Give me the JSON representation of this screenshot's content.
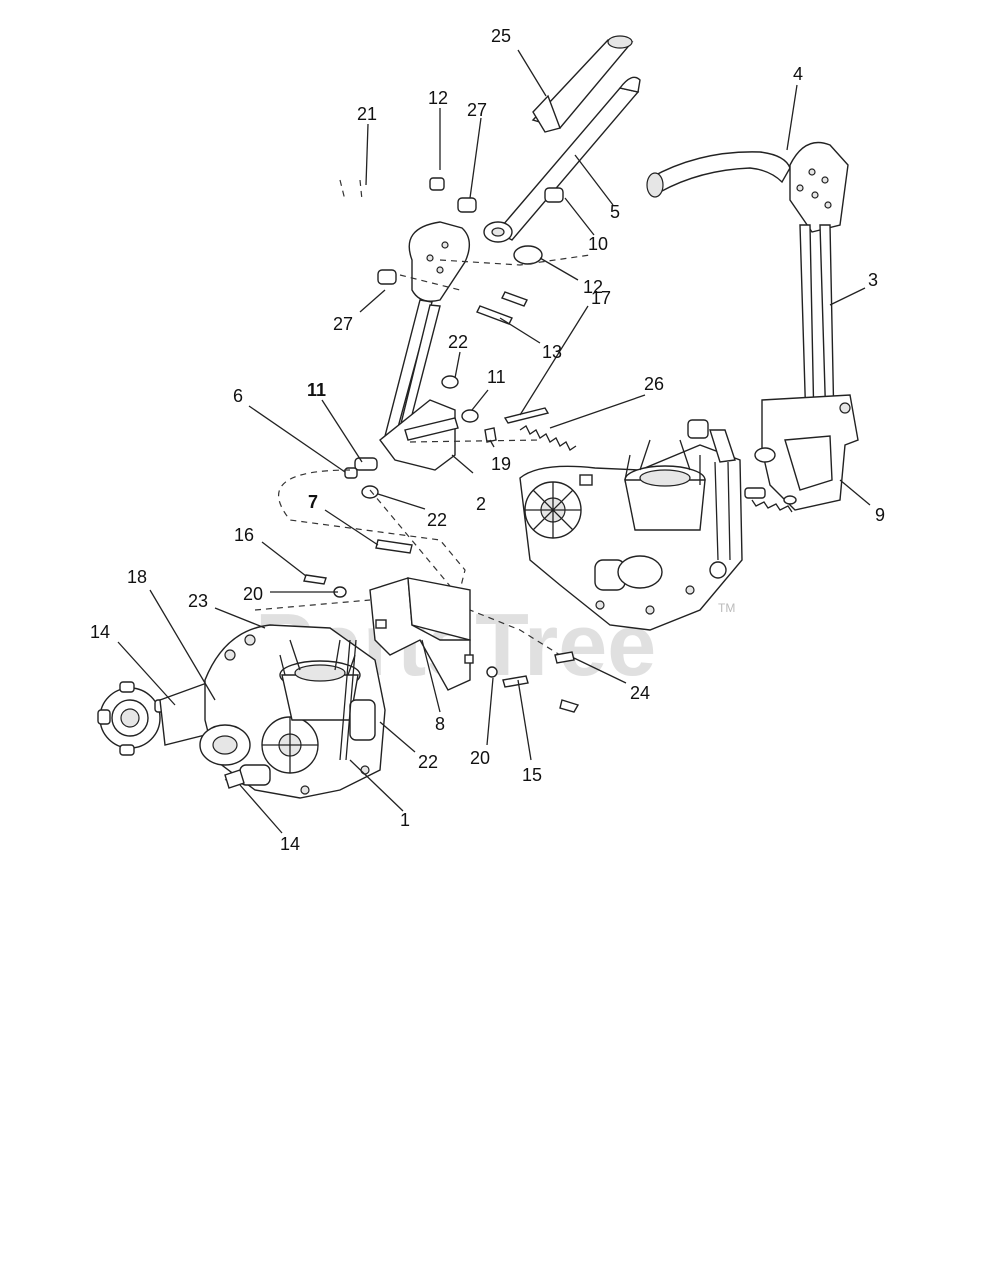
{
  "watermark": {
    "text": "PartsTree",
    "trademark": "TM"
  },
  "callouts": [
    {
      "id": "c25",
      "label": "25"
    },
    {
      "id": "c4",
      "label": "4"
    },
    {
      "id": "c12a",
      "label": "12"
    },
    {
      "id": "c27a",
      "label": "27"
    },
    {
      "id": "c21",
      "label": "21"
    },
    {
      "id": "c5",
      "label": "5"
    },
    {
      "id": "c10",
      "label": "10"
    },
    {
      "id": "c12b",
      "label": "12"
    },
    {
      "id": "c3",
      "label": "3"
    },
    {
      "id": "c27b",
      "label": "27"
    },
    {
      "id": "c13",
      "label": "13"
    },
    {
      "id": "c22a",
      "label": "22"
    },
    {
      "id": "c11a",
      "label": "11"
    },
    {
      "id": "c11b",
      "label": "11"
    },
    {
      "id": "c6",
      "label": "6"
    },
    {
      "id": "c17",
      "label": "17"
    },
    {
      "id": "c26",
      "label": "26"
    },
    {
      "id": "c19",
      "label": "19"
    },
    {
      "id": "c2",
      "label": "2"
    },
    {
      "id": "c22b",
      "label": "22"
    },
    {
      "id": "c9",
      "label": "9"
    },
    {
      "id": "c7",
      "label": "7"
    },
    {
      "id": "c16",
      "label": "16"
    },
    {
      "id": "c18",
      "label": "18"
    },
    {
      "id": "c20a",
      "label": "20"
    },
    {
      "id": "c23",
      "label": "23"
    },
    {
      "id": "c14a",
      "label": "14"
    },
    {
      "id": "c24",
      "label": "24"
    },
    {
      "id": "c8",
      "label": "8"
    },
    {
      "id": "c22c",
      "label": "22"
    },
    {
      "id": "c20b",
      "label": "20"
    },
    {
      "id": "c15",
      "label": "15"
    },
    {
      "id": "c1",
      "label": "1"
    },
    {
      "id": "c14b",
      "label": "14"
    }
  ]
}
